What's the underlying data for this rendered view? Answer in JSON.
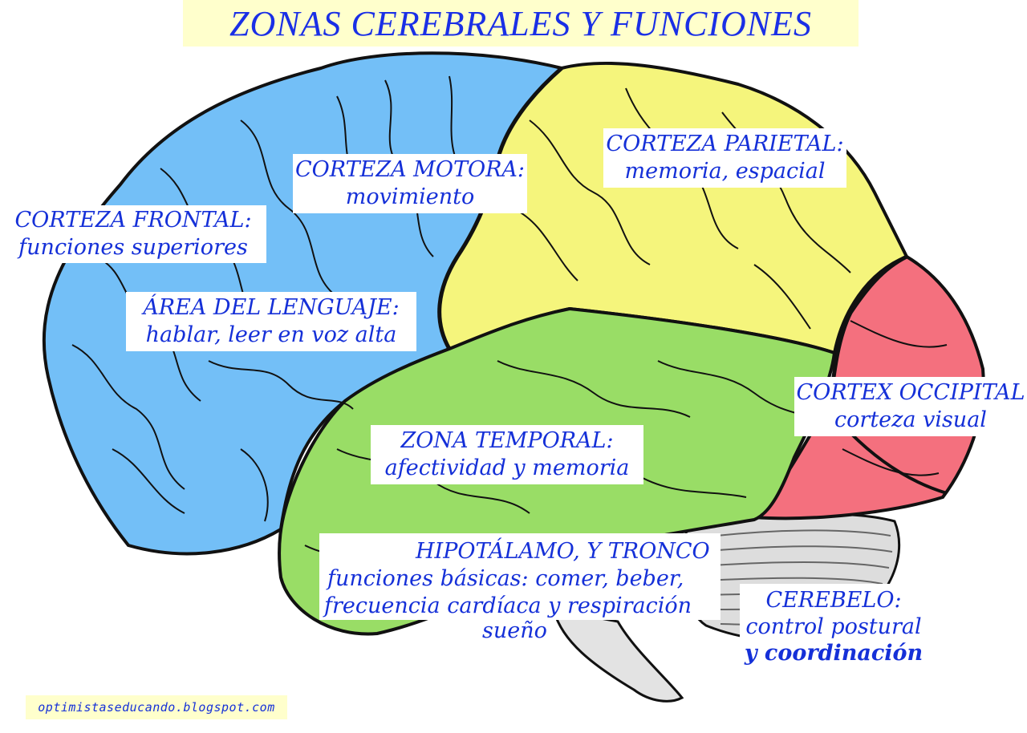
{
  "title": "ZONAS CEREBRALES Y FUNCIONES",
  "colors": {
    "frontal": "#73bff7",
    "parietal": "#f5f57c",
    "temporal": "#99dd66",
    "occipital": "#f4707e",
    "cerebellum": "#dddddd",
    "text": "#1530d8",
    "title_bg": "#ffffcc"
  },
  "labels": {
    "frontal": {
      "line1": "CORTEZA FRONTAL:",
      "line2": "funciones superiores"
    },
    "motora": {
      "line1": "CORTEZA MOTORA:",
      "line2": "movimiento"
    },
    "parietal": {
      "line1": "CORTEZA PARIETAL:",
      "line2": "memoria, espacial"
    },
    "lenguaje": {
      "line1": "ÁREA DEL LENGUAJE:",
      "line2": "hablar, leer en voz alta"
    },
    "occipital": {
      "line1": "CORTEX OCCIPITAL",
      "line2": "corteza visual"
    },
    "temporal": {
      "line1": "ZONA TEMPORAL:",
      "line2": "afectividad y memoria"
    },
    "hipotalamo": {
      "line1": "HIPOTÁLAMO, Y TRONCO",
      "line2": "funciones básicas: comer, beber,",
      "line3": "frecuencia cardíaca y respiración",
      "line4": "sueño"
    },
    "cerebelo": {
      "line1": "CEREBELO:",
      "line2": "control postural",
      "line3": "y coordinación"
    }
  },
  "credit": "optimistaseducando.blogspot.com"
}
